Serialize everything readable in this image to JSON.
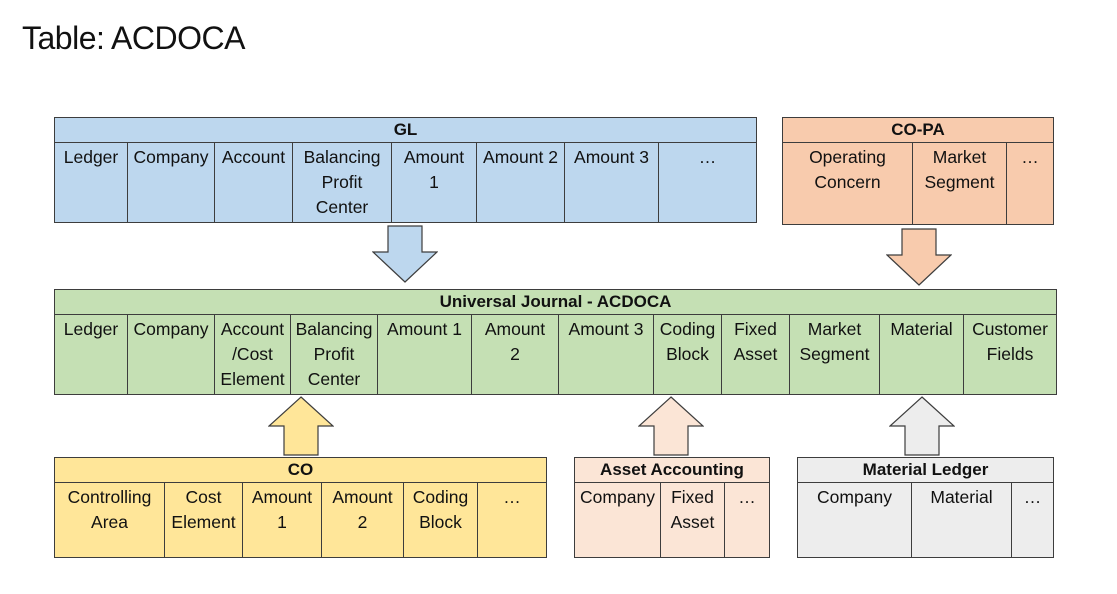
{
  "title": "Table: ACDOCA",
  "colors": {
    "gl": "#bdd7ee",
    "copa": "#f8cbad",
    "uj": "#c5e0b4",
    "co": "#ffe699",
    "asset": "#fbe5d6",
    "ml": "#ededed",
    "border": "#3d3d3d"
  },
  "gl": {
    "title": "GL",
    "columns": [
      "Ledger",
      "Company",
      "Account",
      "Balancing\nProfit\nCenter",
      "Amount\n1",
      "Amount 2",
      "Amount 3",
      "…"
    ]
  },
  "copa": {
    "title": "CO-PA",
    "columns": [
      "Operating\nConcern",
      "Market\nSegment",
      "…"
    ]
  },
  "uj": {
    "title": "Universal Journal - ACDOCA",
    "columns": [
      "Ledger",
      "Company",
      "Account\n/Cost\nElement",
      "Balancing\nProfit\nCenter",
      "Amount 1",
      "Amount\n2",
      "Amount 3",
      "Coding\nBlock",
      "Fixed\nAsset",
      "Market\nSegment",
      "Material",
      "Customer\nFields"
    ]
  },
  "co": {
    "title": "CO",
    "columns": [
      "Controlling\nArea",
      "Cost\nElement",
      "Amount\n1",
      "Amount\n2",
      "Coding\nBlock",
      "…"
    ]
  },
  "asset": {
    "title": "Asset Accounting",
    "columns": [
      "Company",
      "Fixed\nAsset",
      "…"
    ]
  },
  "ml": {
    "title": "Material Ledger",
    "columns": [
      "Company",
      "Material",
      "…"
    ]
  }
}
